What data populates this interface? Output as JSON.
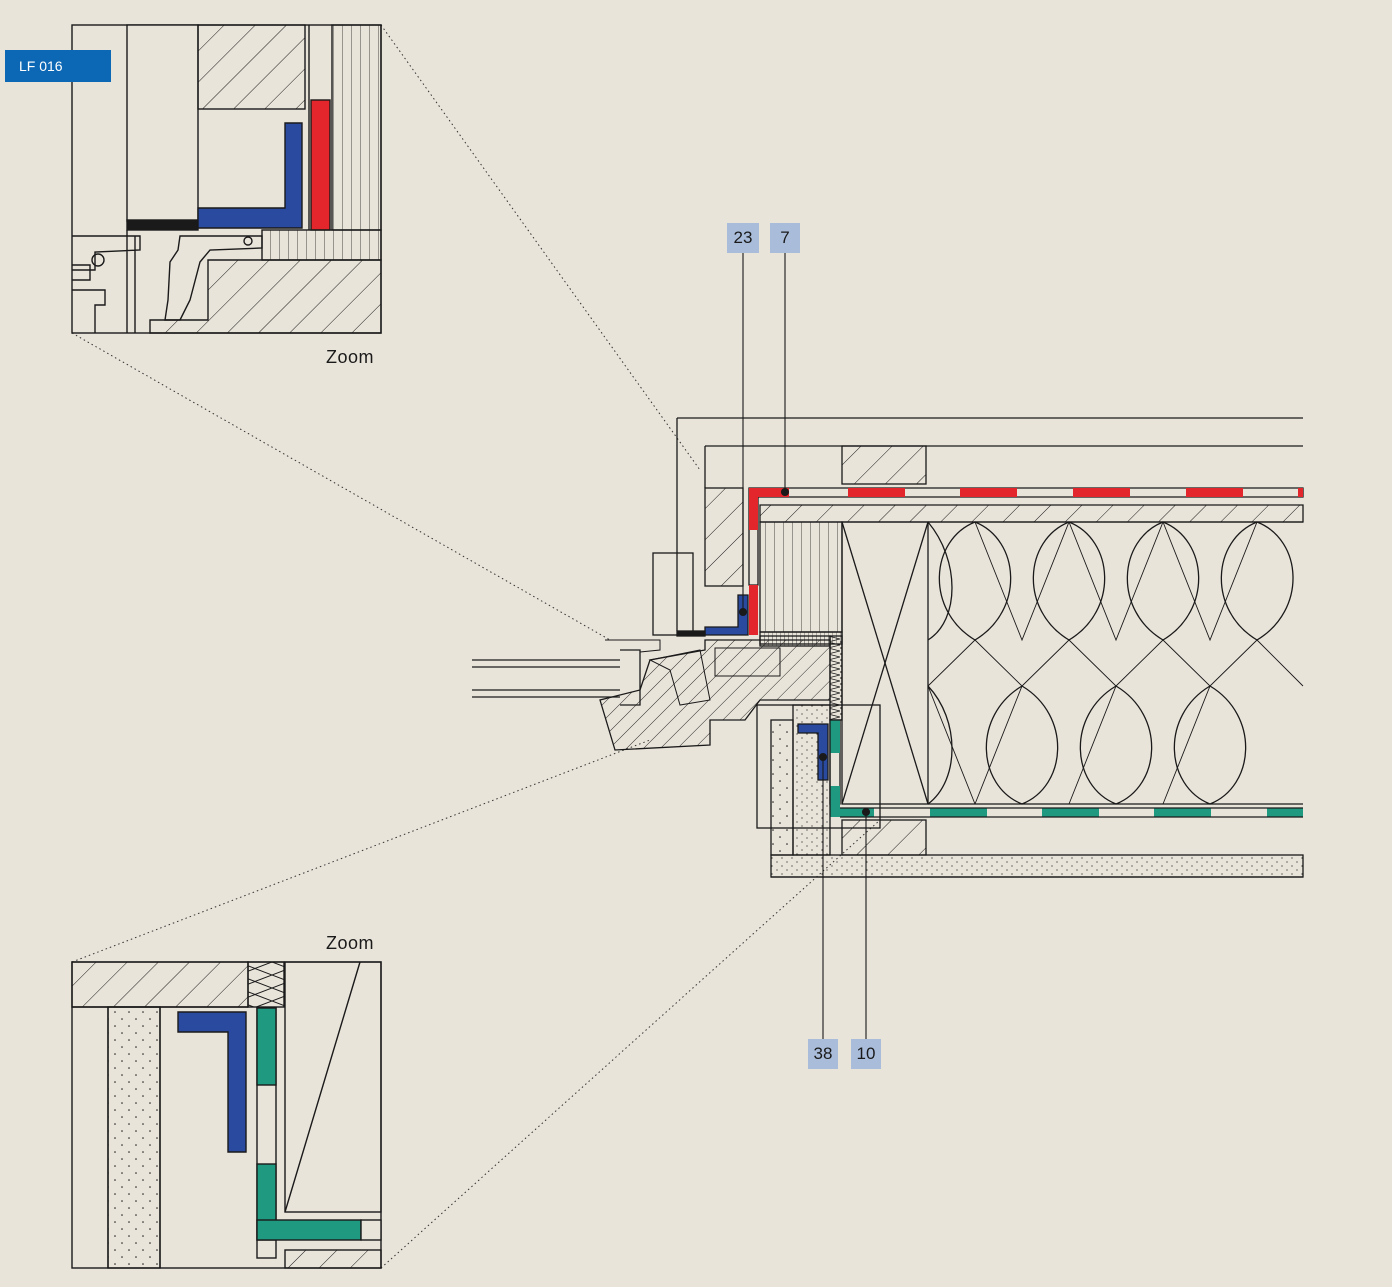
{
  "badge": {
    "label": "LF 016"
  },
  "zoom_top": {
    "label": "Zoom"
  },
  "zoom_bottom": {
    "label": "Zoom"
  },
  "callouts": [
    "23",
    "7",
    "38",
    "10"
  ],
  "colors": {
    "background": "#e9e4da",
    "badge": "#0c68b4",
    "callout": "#a9bddb",
    "vapour_barrier_red": "#e3262b",
    "sealing_tape_blue": "#2a4aa0",
    "membrane_green": "#1f9a80",
    "line": "#1a1a1a"
  }
}
